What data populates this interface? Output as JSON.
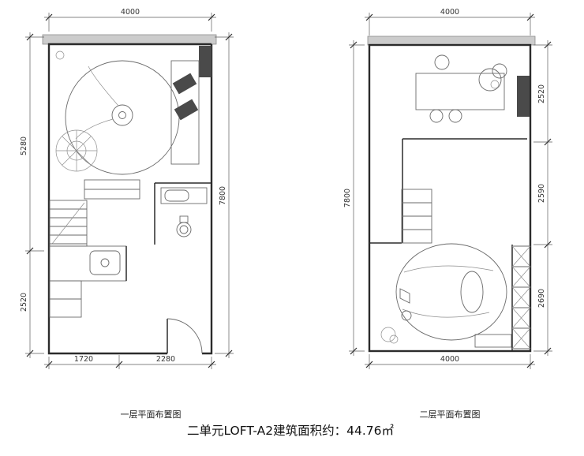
{
  "page_title": "二单元LOFT-A2建筑面积约：44.76㎡",
  "left_plan": {
    "caption": "一层平面布置图",
    "dim_top": "4000",
    "dim_left_upper": "5280",
    "dim_left_lower": "2520",
    "dim_right": "7800",
    "dim_bottom_left": "1720",
    "dim_bottom_right": "2280"
  },
  "right_plan": {
    "caption": "二层平面布置图",
    "dim_top": "4000",
    "dim_left": "7800",
    "dim_right_upper": "2520",
    "dim_right_middle": "2590",
    "dim_right_lower": "2690",
    "dim_bottom": "4000"
  }
}
